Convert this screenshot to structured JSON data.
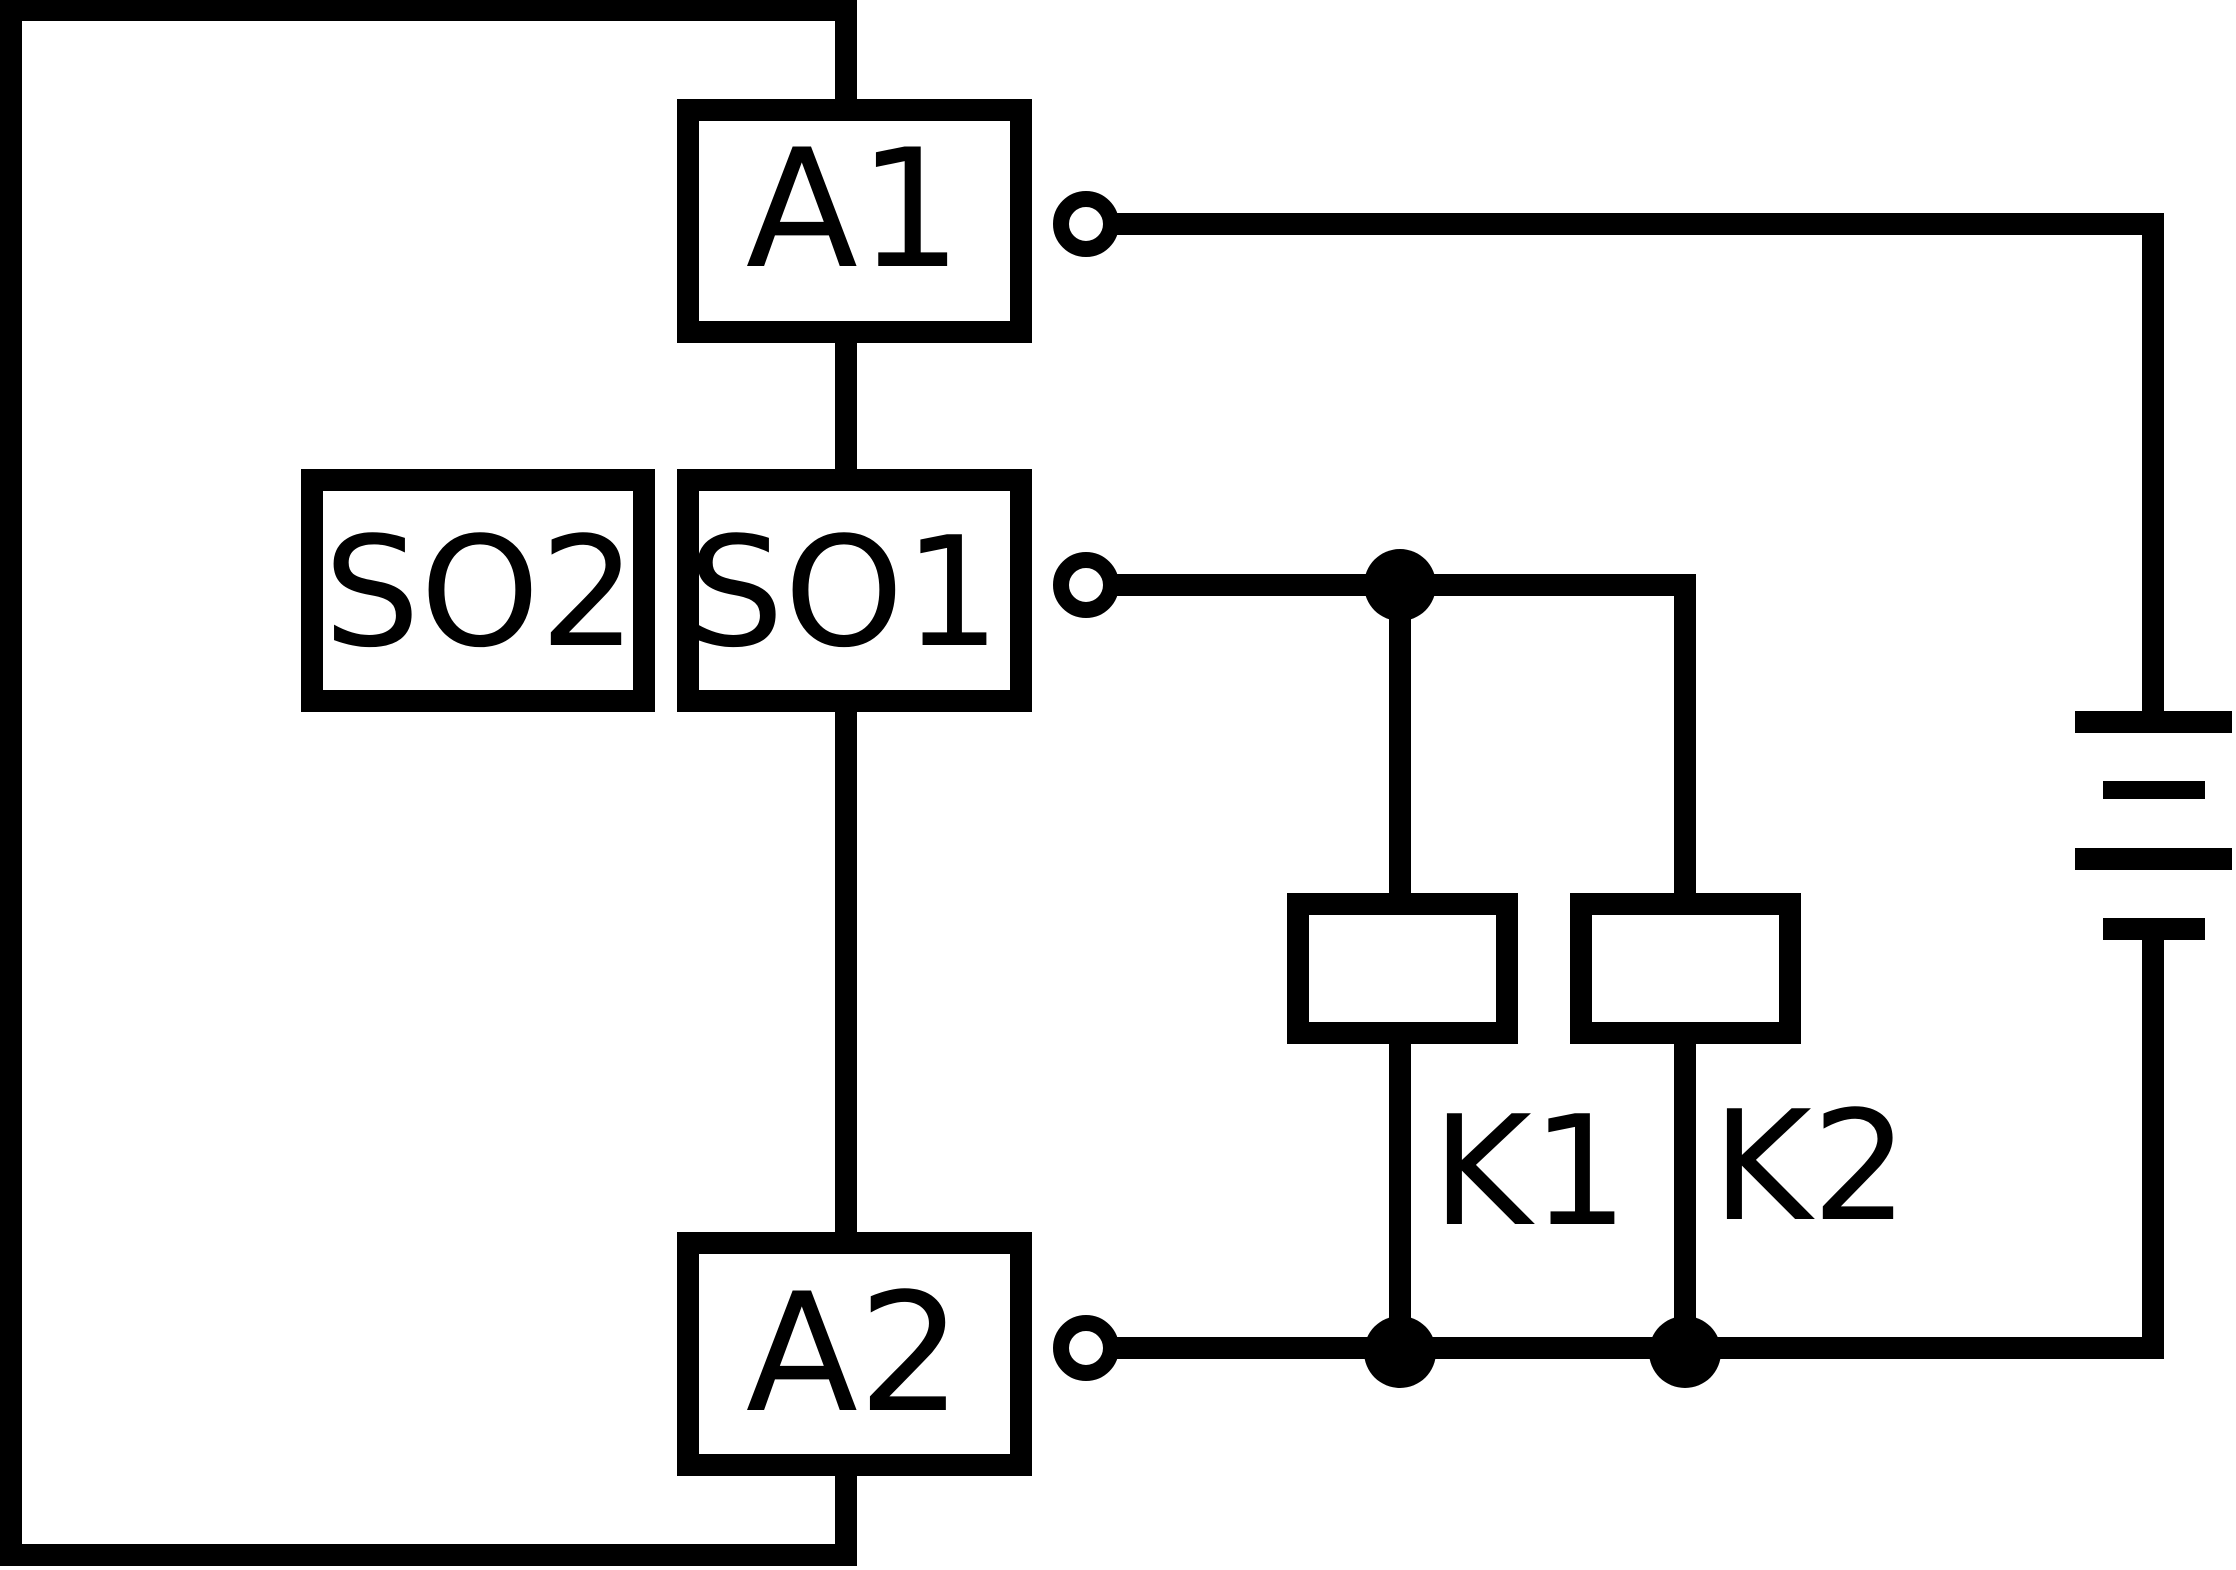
{
  "blocks": {
    "a1": "A1",
    "so2": "SO2",
    "so1": "SO1",
    "a2": "A2"
  },
  "coils": {
    "k1": "K1",
    "k2": "K2"
  },
  "colors": {
    "line": "#000000",
    "background": "#ffffff"
  }
}
